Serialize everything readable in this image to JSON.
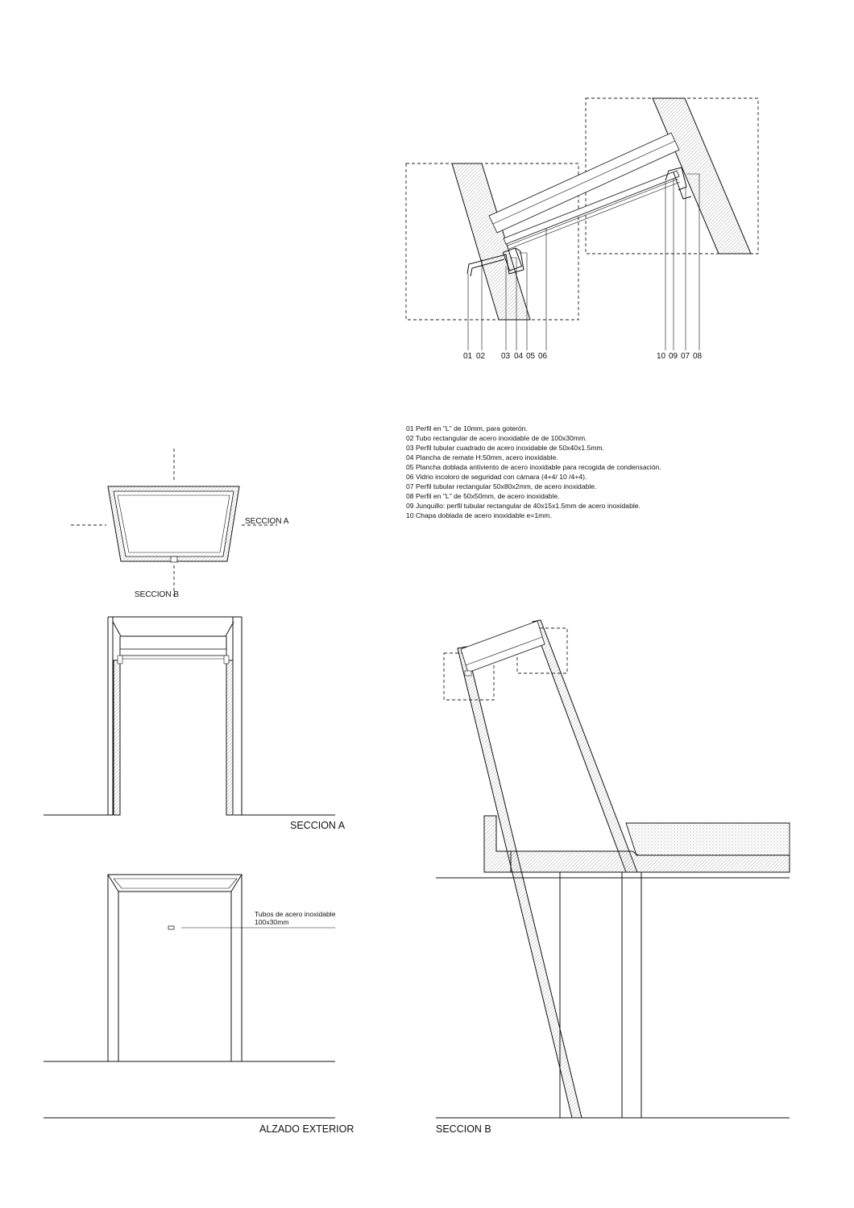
{
  "detail": {
    "callouts": [
      "01",
      "02",
      "03",
      "04",
      "05",
      "06",
      "10",
      "09",
      "07",
      "08"
    ]
  },
  "legend": [
    "01 Perfil en \"L\" de 10mm, para goterón.",
    "02 Tubo rectangular de acero inoxidable de de 100x30mm.",
    "03 Perfil tubular cuadrado  de acero inoxidable de 50x40x1.5mm.",
    "04 Plancha de remate H:50mm, acero inoxidable.",
    "05 Plancha doblada antiviento de acero inoxidable para recogida de condensación.",
    "06 Vidrio incoloro de seguridad con cámara (4+4/ 10 /4+4).",
    "07 Perfil tubular rectangular 50x80x2mm, de acero inoxidable.",
    "08 Perfil en \"L\" de 50x50mm, de acero inoxidable.",
    "09 Junquillo: perfil tubular rectangular de 40x15x1.5mm de acero inoxidable.",
    "10 Chapa doblada de acero inoxidable e=1mm."
  ],
  "plan": {
    "seccion_a_label": "SECCION A",
    "seccion_b_label": "SECCION B"
  },
  "views": {
    "seccion_a_title": "SECCION A",
    "alzado_title": "ALZADO EXTERIOR",
    "seccion_b_title": "SECCION B",
    "tubes_label_line1": "Tubos de acero inoxidable",
    "tubes_label_line2": "100x30mm"
  }
}
